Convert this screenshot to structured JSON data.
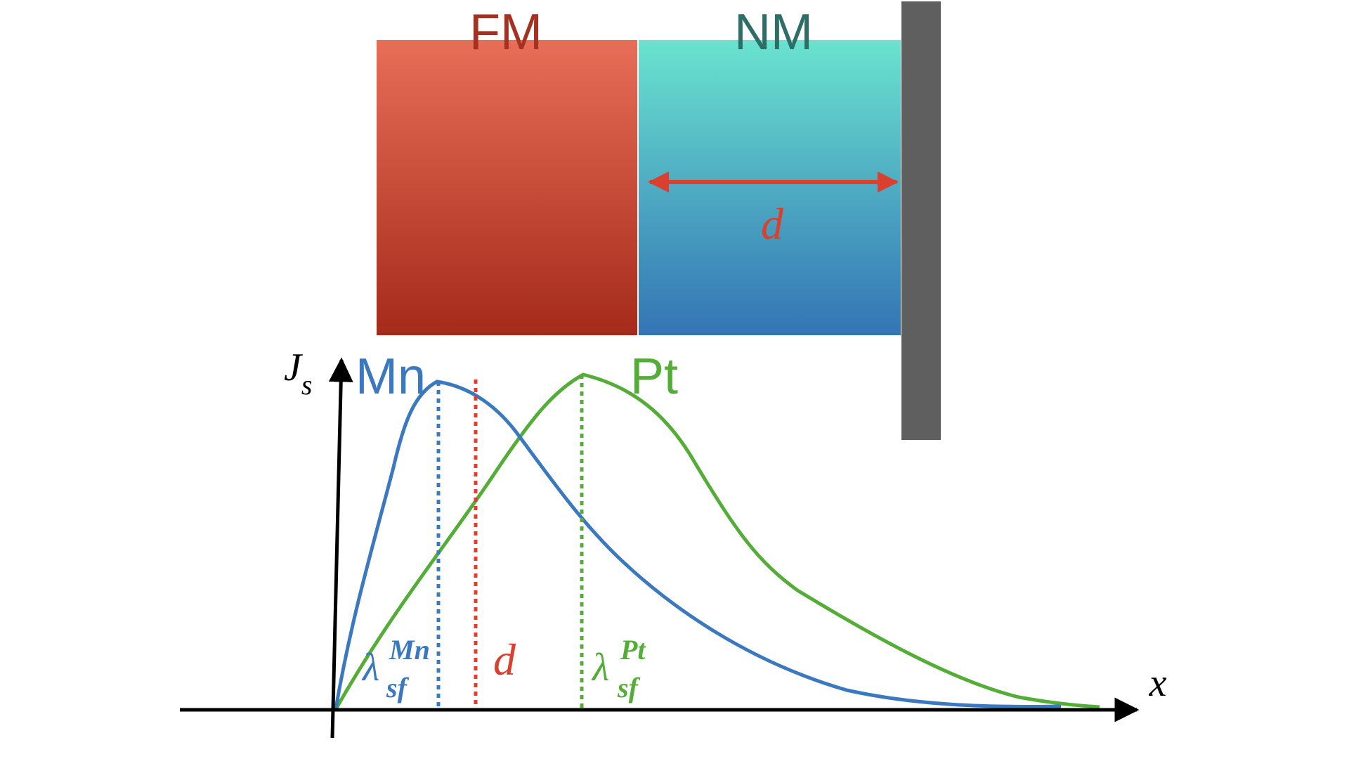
{
  "labels": {
    "fm": "FM",
    "nm": "NM",
    "d_block": "d",
    "d_plot": "d",
    "js_main": "J",
    "js_sub": "s",
    "x_axis": "x",
    "mn_curve": "Mn",
    "pt_curve": "Pt",
    "lambda_mn_main": "λ",
    "lambda_mn_sup": "Mn",
    "lambda_mn_sub": "sf",
    "lambda_pt_main": "λ",
    "lambda_pt_sup": "Pt",
    "lambda_pt_sub": "sf"
  },
  "colors": {
    "fm_top": "#e86e58",
    "fm_bottom": "#a52a1a",
    "fm_text": "#a33223",
    "nm_top": "#6ae3cf",
    "nm_bottom": "#3374b5",
    "nm_text": "#2e6e66",
    "wall": "#5f5f5f",
    "d_color": "#d9412e",
    "mn_color": "#3a78c0",
    "pt_color": "#54ad37",
    "axis": "#000000"
  }
}
